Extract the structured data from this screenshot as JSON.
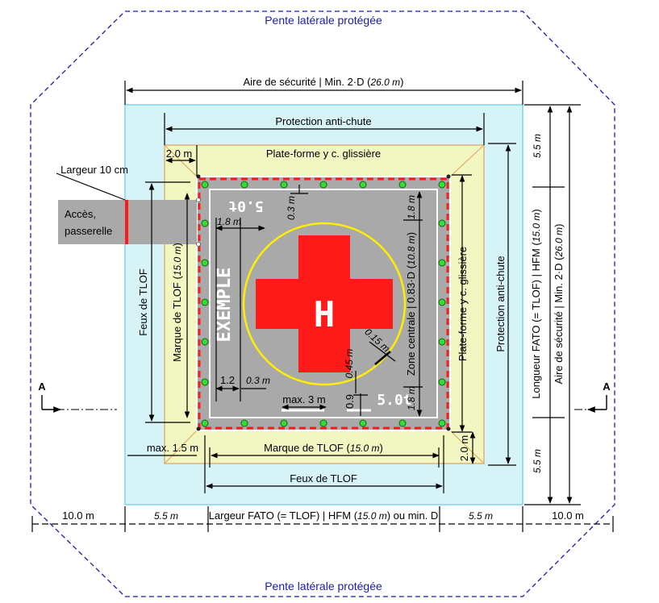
{
  "colors": {
    "safety_area": "#d6f3f8",
    "platform": "#f2f7c2",
    "tlof_surface": "#a9a9a9",
    "cross": "#ff1a1a",
    "circle": "#ffee00",
    "lights": "#33dd33",
    "dashed_boundary": "#1a1ab0",
    "safety_outline": "#7fd6ee"
  },
  "labels": {
    "pente_top": "Pente latérale protégée",
    "pente_bottom": "Pente latérale protégée",
    "aire_securite_top": "Aire de sécurité | Min. 2·D (",
    "aire_securite_top_val": "26.0 m",
    "protection_top": "Protection anti-chute",
    "platform_top": "Plate-forme y c. glissière",
    "platform_2m_top": "2.0 m",
    "largeur_10cm": "Largeur 10 cm",
    "acces_1": "Accès,",
    "acces_2": "passerelle",
    "feux_left": "Feux de TLOF",
    "marque_left": "Marque de TLOF (",
    "marque_left_val": "15.0 m",
    "dim_18_a": "1.8 m",
    "dim_03_top": "0.3 m",
    "dim_18_b": "1.8 m",
    "zone_centrale": "Zone centrale | 0.83·D (",
    "zone_centrale_val": "10.8 m",
    "dim_12": "1.2",
    "dim_03_b": "0.3 m",
    "dim_015": "0.15 m",
    "dim_045": "0.45 m",
    "max3": "max. 3 m",
    "dim_09": "0.9",
    "dim_18_c": "1.8 m",
    "platform_right": "Plate-forme y c. glissière",
    "protection_right": "Protection anti-chute",
    "longueur_fato": "Longueur FATO (= TLOF) | HFM (",
    "longueur_fato_val": "15.0 m",
    "aire_securite_right": "Aire de sécurité | Min. 2·D (",
    "aire_securite_right_val": "26.0 m",
    "dim_55_right_top": "5.5 m",
    "dim_55_right_bottom": "5.5 m",
    "dim_20_right": "2.0 m",
    "max15": "max. 1.5 m",
    "marque_bottom": "Marque de TLOF (",
    "marque_bottom_val": "15.0 m",
    "feux_bottom": "Feux de TLOF",
    "dim_10_left": "10.0 m",
    "dim_55_left": "5.5 m",
    "largeur_fato": "Largeur FATO (= TLOF) | HFM (",
    "largeur_fato_val": "15.0 m",
    "largeur_fato_tail": ") ou min. D",
    "dim_55_right": "5.5 m",
    "dim_10_right": "10.0 m",
    "section_a_left": "A",
    "section_a_right": "A",
    "helipad_letter": "H",
    "exemple": "EXEMPLE",
    "mass_top": "5.0t",
    "mass_bottom": "5.0t"
  }
}
